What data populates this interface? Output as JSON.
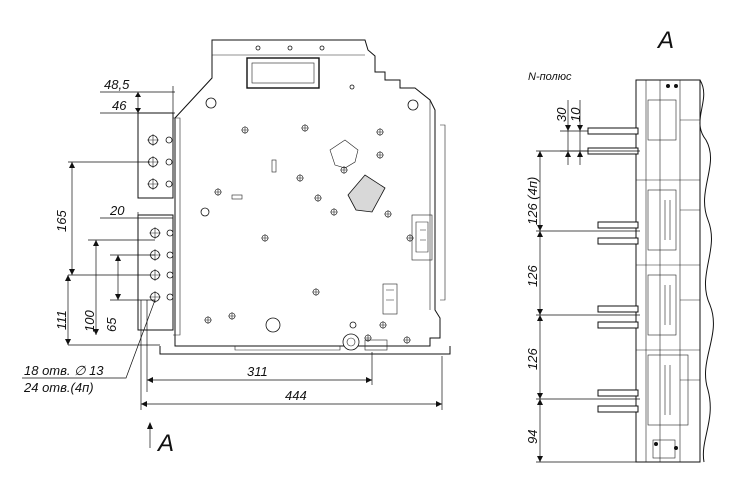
{
  "front_view": {
    "dimensions": {
      "d_48_5": "48,5",
      "d_46": "46",
      "d_165": "165",
      "d_20": "20",
      "d_111": "111",
      "d_100": "100",
      "d_65": "65",
      "d_311": "311",
      "d_444": "444"
    },
    "hole_note": {
      "line1": "18 отв. ∅ 13",
      "line2": "24 отв.(4п)"
    },
    "section_marker": "A"
  },
  "side_view": {
    "title": "A",
    "n_pole_label": "N-полюс",
    "dimensions": {
      "d_30": "30",
      "d_10": "10",
      "d_126_4p": "126 (4п)",
      "d_126_a": "126",
      "d_126_b": "126",
      "d_94": "94"
    }
  }
}
